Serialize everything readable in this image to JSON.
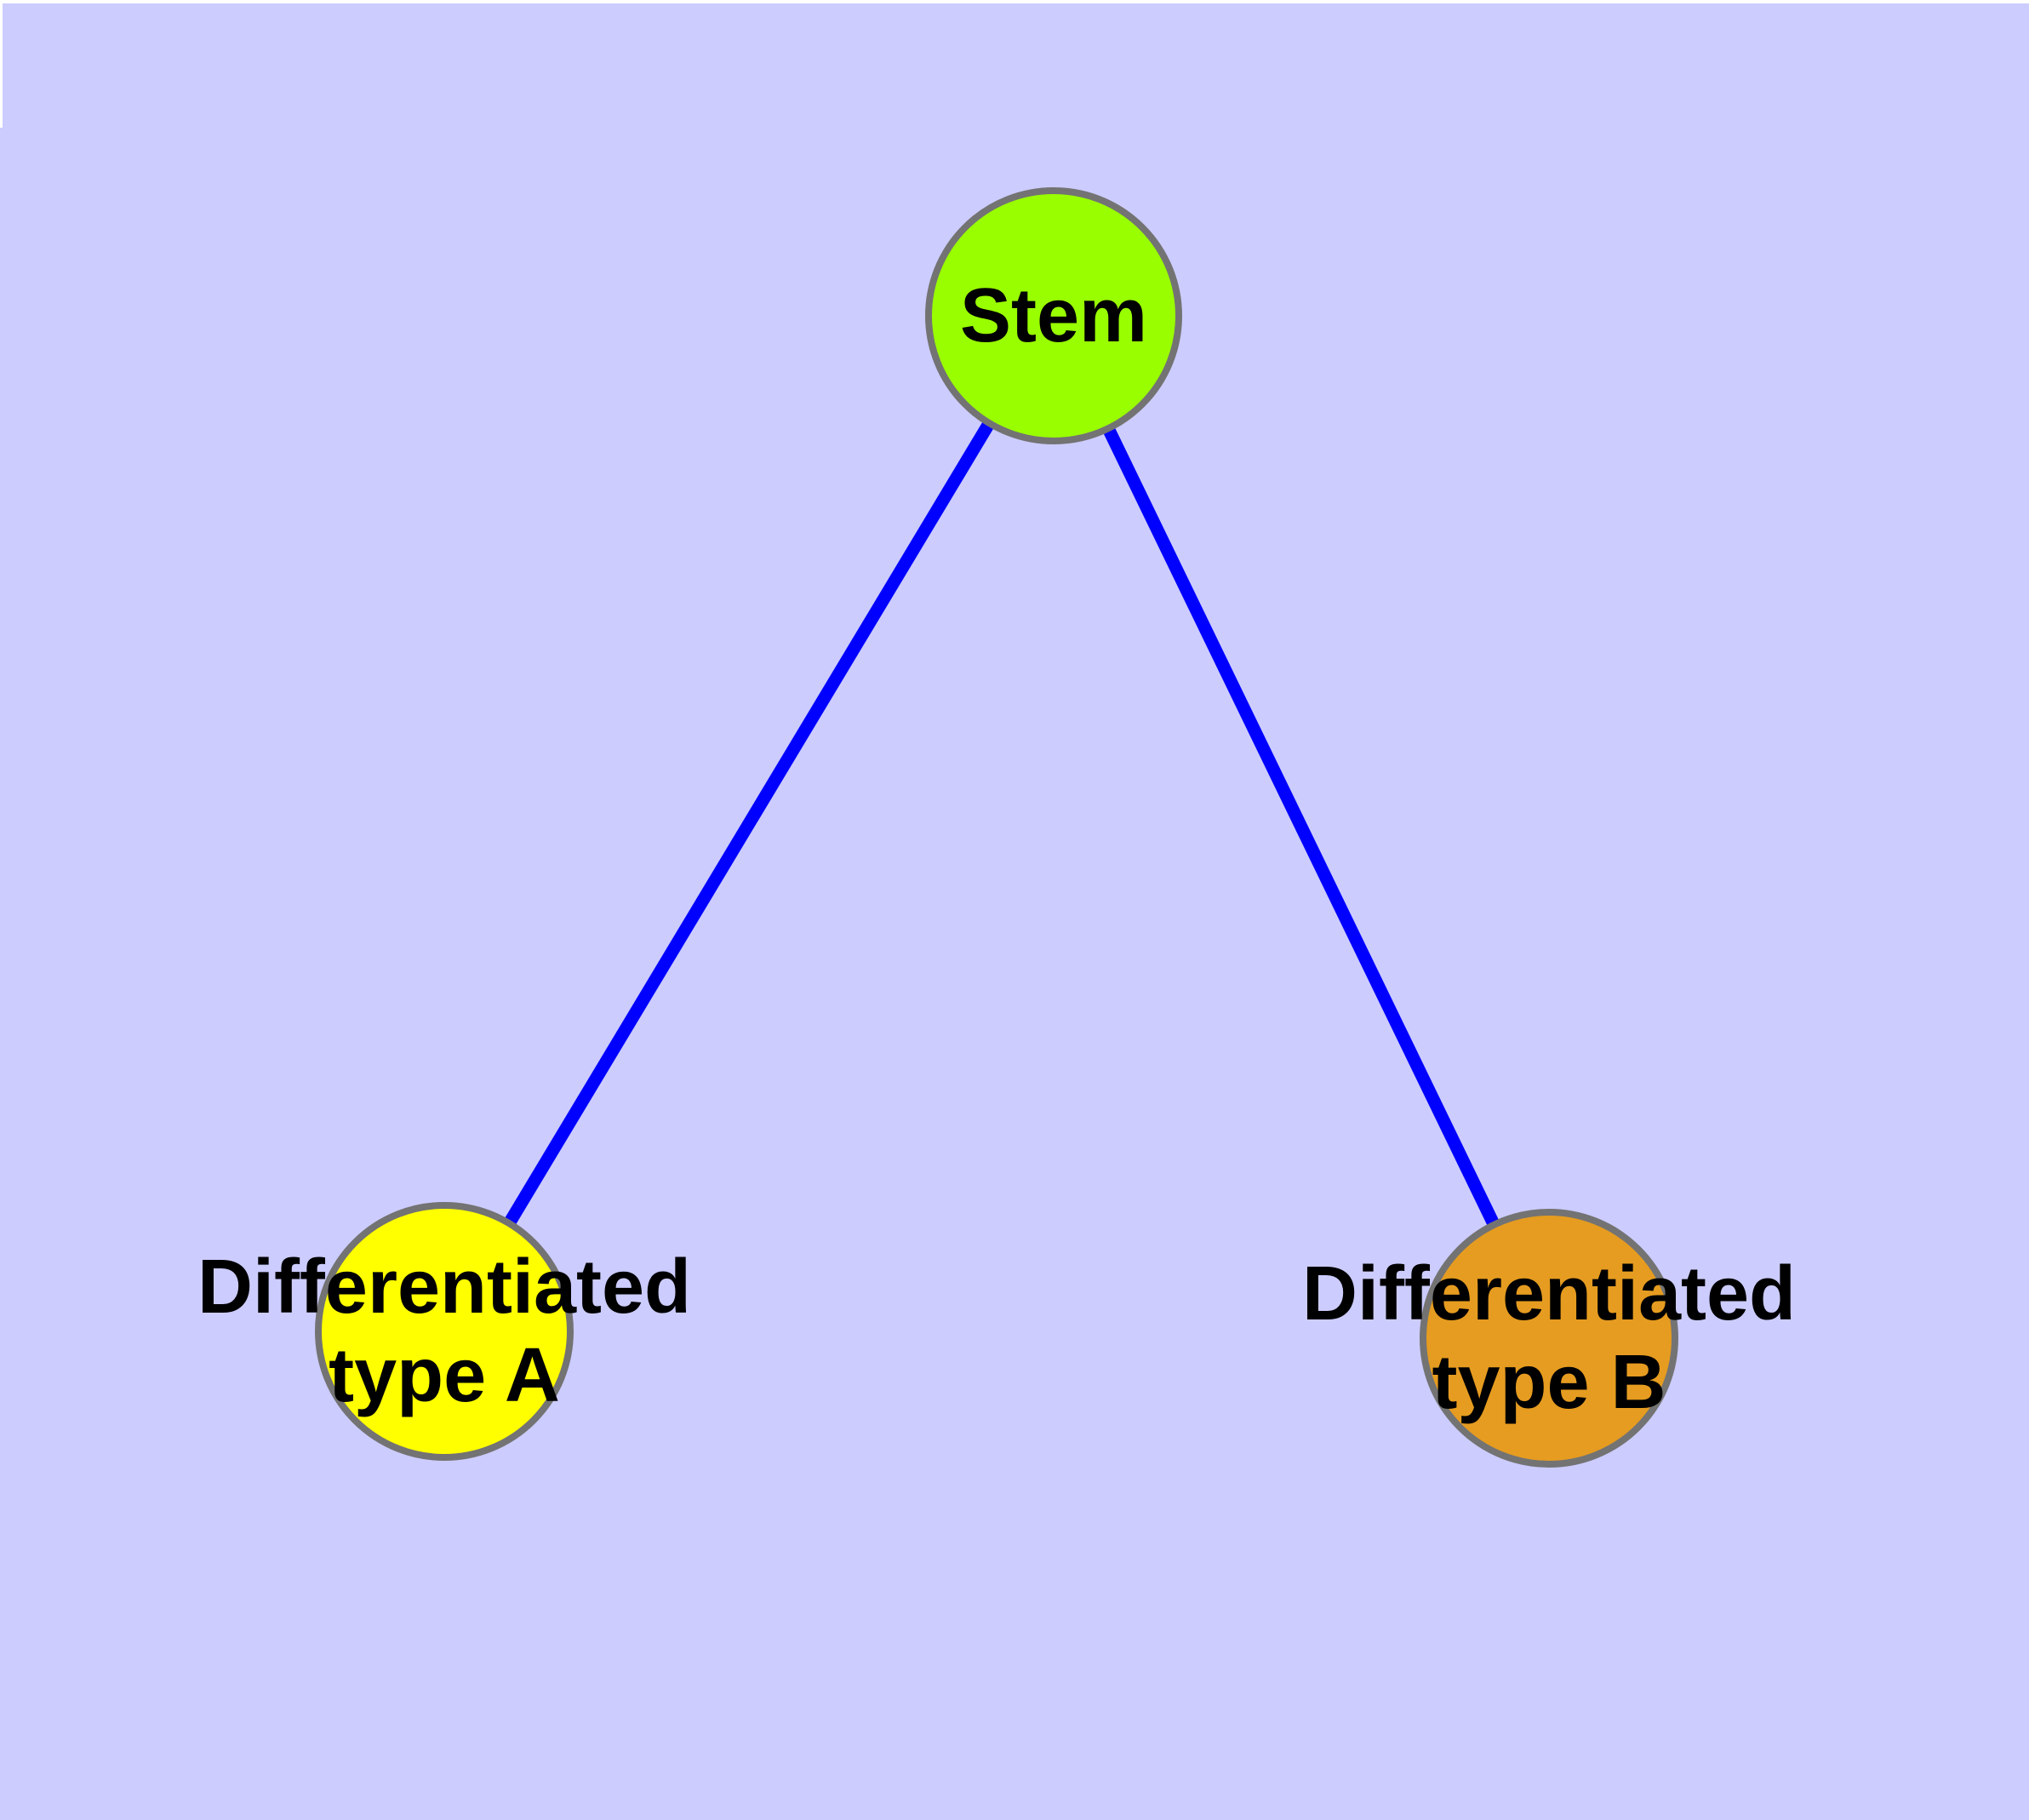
{
  "diagram": {
    "background_color": "#CCCCFF",
    "edge_color": "#0000FF",
    "node_border_color": "#737373",
    "text_color": "#000000",
    "nodes": [
      {
        "id": "stem",
        "fill": "#99FF00",
        "label_lines": [
          "Stem",
          ""
        ]
      },
      {
        "id": "type-a",
        "fill": "#FFFF00",
        "label_lines": [
          "Differentiated",
          "type A"
        ]
      },
      {
        "id": "type-b",
        "fill": "#E69C20",
        "label_lines": [
          "Differentiated",
          "type B"
        ]
      }
    ],
    "edges": [
      {
        "from": "Stem",
        "to": "Differentiated type A"
      },
      {
        "from": "Stem",
        "to": "Differentiated type B"
      }
    ]
  }
}
